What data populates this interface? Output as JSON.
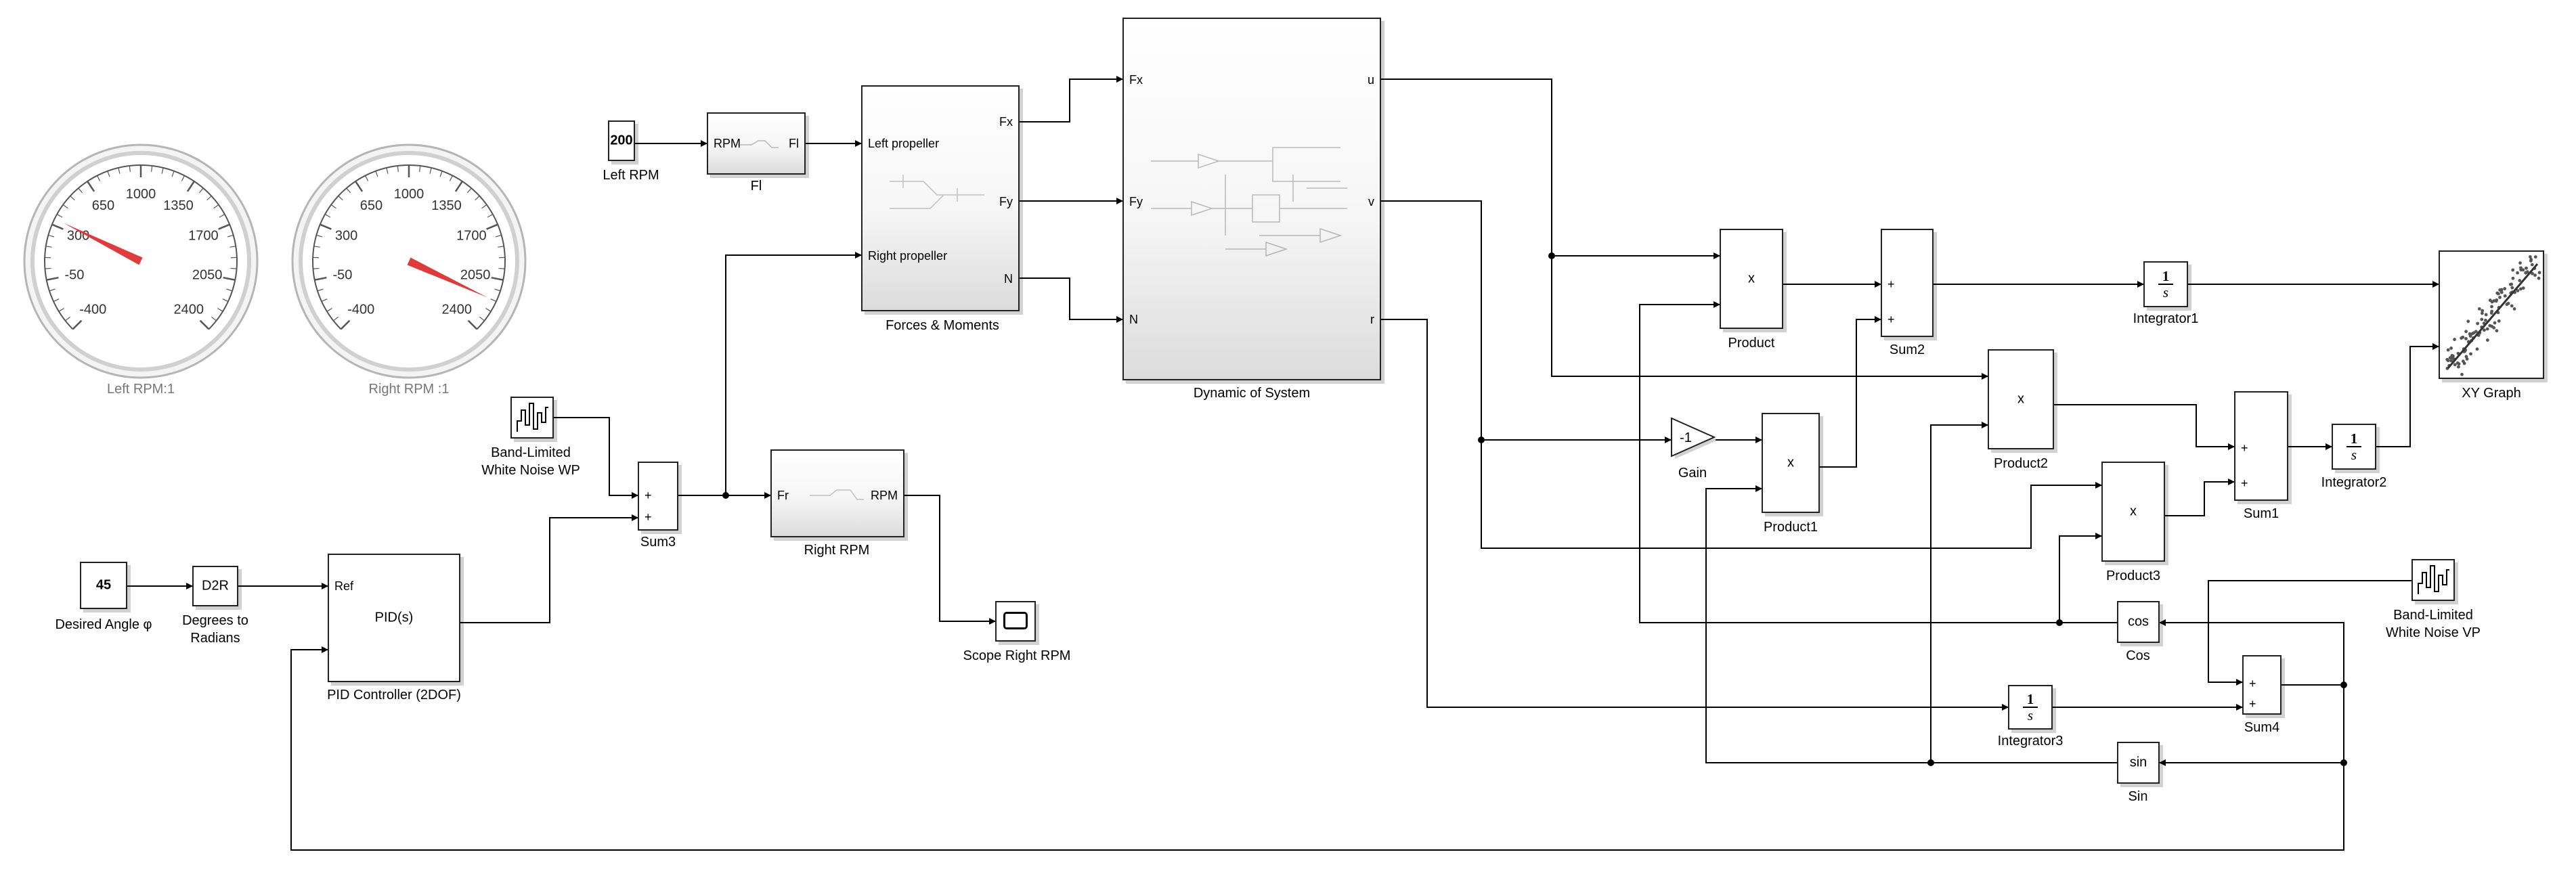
{
  "gauges": [
    {
      "caption": "Left RPM:1",
      "ticks": [
        "-400",
        "-50",
        "300",
        "650",
        "1000",
        "1350",
        "1700",
        "2050",
        "2400"
      ],
      "needle_value": 340
    },
    {
      "caption": "Right RPM :1",
      "ticks": [
        "-400",
        "-50",
        "300",
        "650",
        "1000",
        "1350",
        "1700",
        "2050",
        "2400"
      ],
      "needle_value": 2190
    }
  ],
  "blocks": {
    "const_200": {
      "value": "200",
      "label": "Left RPM"
    },
    "fl": {
      "in": "RPM",
      "out": "Fl",
      "label": "Fl"
    },
    "forces": {
      "in1": "Left propeller",
      "in2": "Right propeller",
      "out1": "Fx",
      "out2": "Fy",
      "out3": "N",
      "label": "Forces & Moments"
    },
    "dynamics": {
      "in1": "Fx",
      "in2": "Fy",
      "in3": "N",
      "out1": "u",
      "out2": "v",
      "out3": "r",
      "label": "Dynamic of System"
    },
    "noise_wp": {
      "label1": "Band-Limited",
      "label2": "White Noise WP"
    },
    "sum3": {
      "s1": "+",
      "s2": "+",
      "label": "Sum3"
    },
    "right_rpm": {
      "in": "Fr",
      "out": "RPM",
      "label": "Right RPM"
    },
    "scope": {
      "label": "Scope Right RPM"
    },
    "const_45": {
      "value": "45",
      "label": "Desired Angle φ"
    },
    "d2r": {
      "text": "D2R",
      "label1": "Degrees to",
      "label2": "Radians"
    },
    "pid": {
      "in": "Ref",
      "text": "PID(s)",
      "label": "PID Controller (2DOF)"
    },
    "product": {
      "text": "x",
      "label": "Product"
    },
    "sum2": {
      "s1": "+",
      "s2": "+",
      "label": "Sum2"
    },
    "integrator1": {
      "num": "1",
      "den": "s",
      "label": "Integrator1"
    },
    "xy": {
      "label": "XY  Graph"
    },
    "product2": {
      "text": "x",
      "label": "Product2"
    },
    "gain": {
      "text": "-1",
      "label": "Gain"
    },
    "product1": {
      "text": "x",
      "label": "Product1"
    },
    "sum1": {
      "s1": "+",
      "s2": "+",
      "label": "Sum1"
    },
    "integrator2": {
      "num": "1",
      "den": "s",
      "label": "Integrator2"
    },
    "product3": {
      "text": "x",
      "label": "Product3"
    },
    "noise_vp": {
      "label1": "Band-Limited",
      "label2": "White Noise VP"
    },
    "cos": {
      "text": "cos",
      "label": "Cos"
    },
    "sum4": {
      "s1": "+",
      "s2": "+",
      "label": "Sum4"
    },
    "integrator3": {
      "num": "1",
      "den": "s",
      "label": "Integrator3"
    },
    "sin": {
      "text": "sin",
      "label": "Sin"
    }
  }
}
